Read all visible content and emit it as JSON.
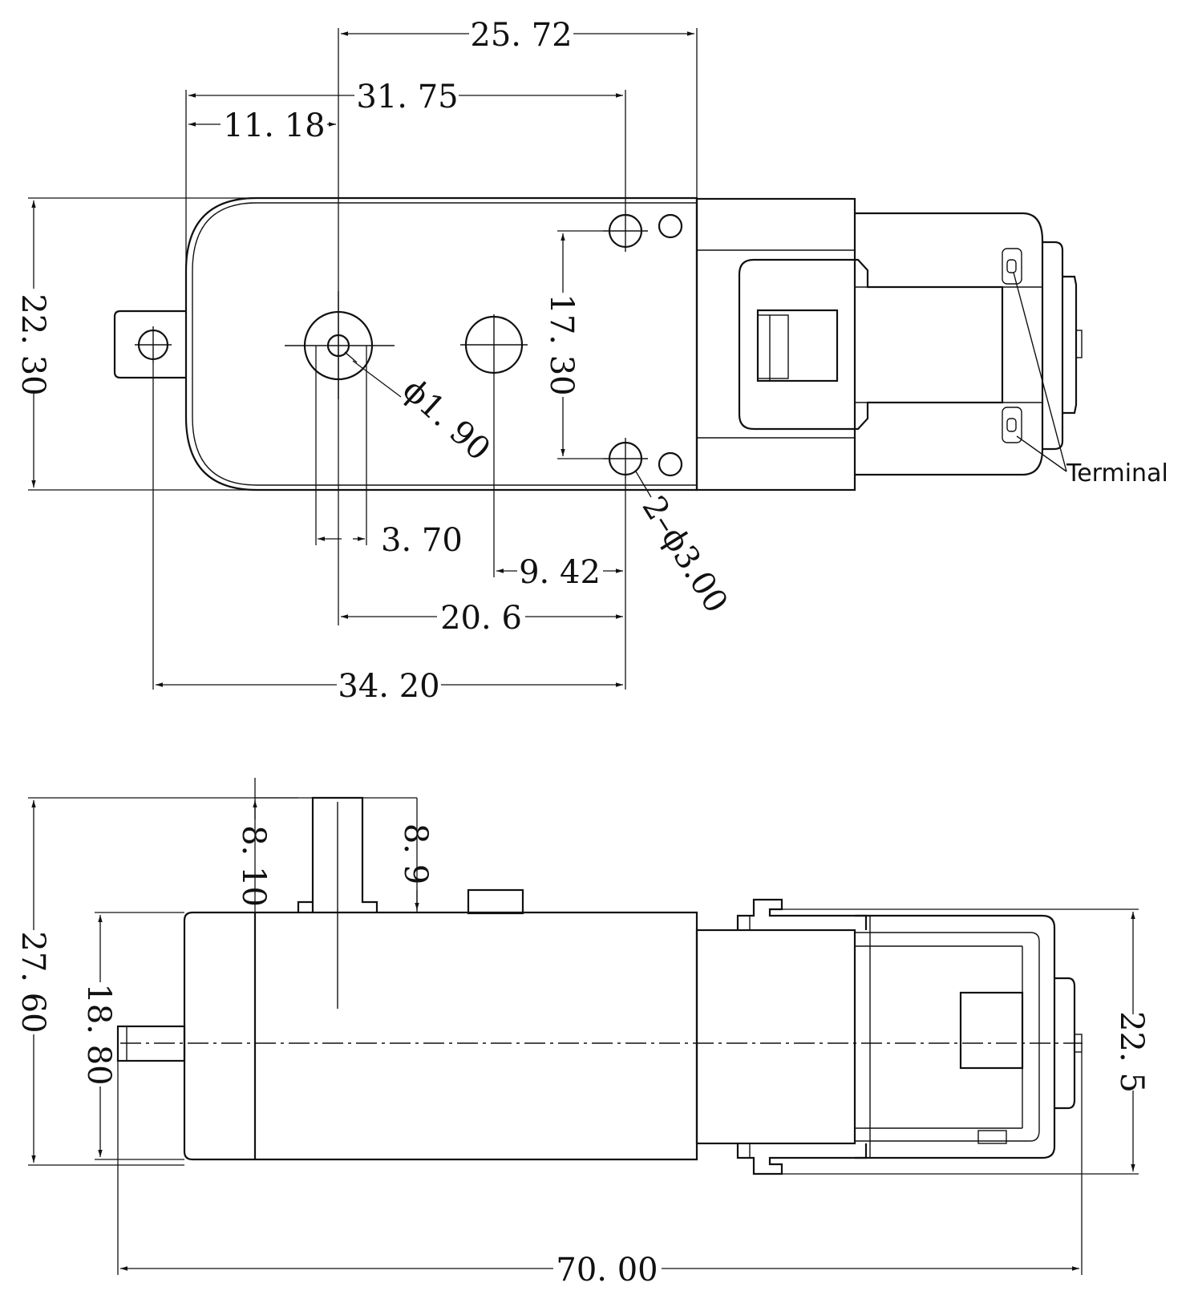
{
  "top_view": {
    "dimensions": {
      "d_25_72": "25. 72",
      "d_31_75": "31. 75",
      "d_11_18": "11. 18",
      "d_22_30": "22. 30",
      "d_17_30": "17. 30",
      "d_phi_1_90": "ϕ1. 90",
      "d_3_70": "3. 70",
      "d_9_42": "9. 42",
      "d_2_phi_3_00": "2–ϕ3.00",
      "d_20_6": "20. 6",
      "d_34_20": "34. 20"
    },
    "labels": {
      "terminal": "Terminal"
    }
  },
  "side_view": {
    "dimensions": {
      "d_8_10": "8. 10",
      "d_8_9": "8. 9",
      "d_27_60": "27. 60",
      "d_18_80": "18. 80",
      "d_22_5": "22. 5",
      "d_70_00": "70. 00"
    }
  }
}
